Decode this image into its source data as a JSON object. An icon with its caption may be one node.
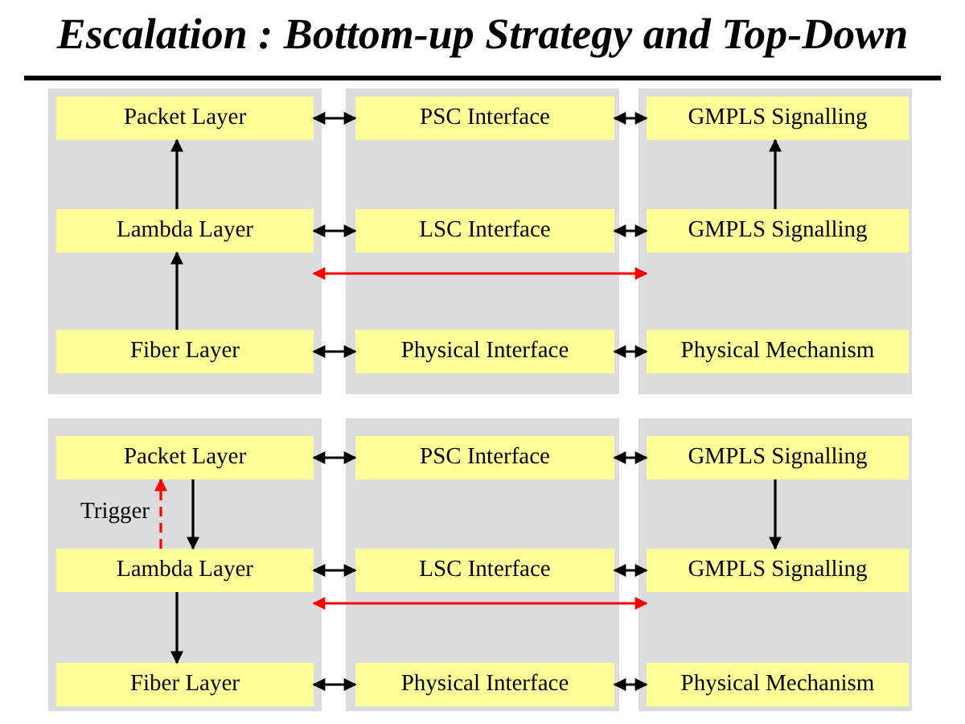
{
  "diagram": {
    "title": "Escalation : Bottom-up Strategy and Top-Down",
    "nodes": [
      {
        "text": [],
        "shape": "box"
      },
      {
        "text": [
          "Packet Layer"
        ],
        "in": 0
      },
      {
        "text": [
          "Lambda Layer"
        ],
        "in": 0
      },
      {
        "text": [
          "Fiber Layer"
        ],
        "in": 0
      },
      {
        "text": [],
        "shape": "box"
      },
      {
        "text": [
          "PSC Interface"
        ],
        "in": 4
      },
      {
        "text": [
          "LSC Interface"
        ],
        "in": 4
      },
      {
        "text": [
          "Physical Interface"
        ],
        "in": 4
      },
      {
        "text": [],
        "shape": "box"
      },
      {
        "text": [
          "GMPLS Signalling"
        ],
        "in": 8
      },
      {
        "text": [
          "GMPLS Signalling"
        ],
        "in": 8
      },
      {
        "text": [
          "Physical Mechanism"
        ],
        "in": 8
      },
      {
        "text": [],
        "shape": "box"
      },
      {
        "text": [
          "Packet Layer"
        ],
        "in": 12
      },
      {
        "text": [
          "Lambda Layer"
        ],
        "in": 12
      },
      {
        "text": [
          "Fiber Layer"
        ],
        "in": 12
      },
      {
        "text": [],
        "shape": "box"
      },
      {
        "text": [
          "PSC Interface"
        ],
        "in": 16
      },
      {
        "text": [
          "LSC Interface"
        ],
        "in": 16
      },
      {
        "text": [
          "Physical Interface"
        ],
        "in": 16
      },
      {
        "text": [],
        "shape": "box"
      },
      {
        "text": [
          "GMPLS Signalling"
        ],
        "in": 20
      },
      {
        "text": [
          "GMPLS Signalling"
        ],
        "in": 20
      },
      {
        "text": [
          "Physical Mechanism"
        ],
        "in": 20
      }
    ],
    "edges": [
      {
        "from": 1,
        "to": 5,
        "arrow": "both"
      },
      {
        "from": 5,
        "to": 9,
        "arrow": "both"
      },
      {
        "from": 2,
        "to": 6,
        "arrow": "both"
      },
      {
        "from": 6,
        "to": 10,
        "arrow": "both"
      },
      {
        "from": 3,
        "to": 7,
        "arrow": "both"
      },
      {
        "from": 7,
        "to": 11,
        "arrow": "both"
      },
      {
        "from": 2,
        "to": 1,
        "arrow": "to"
      },
      {
        "from": 3,
        "to": 2,
        "arrow": "to"
      },
      {
        "from": 10,
        "to": 9,
        "arrow": "to"
      },
      {
        "from": 2,
        "to": 10,
        "arrow": "both",
        "color": "#ff0000"
      },
      {
        "from": 13,
        "to": 17,
        "arrow": "both"
      },
      {
        "from": 17,
        "to": 21,
        "arrow": "both"
      },
      {
        "from": 14,
        "to": 18,
        "arrow": "both"
      },
      {
        "from": 18,
        "to": 22,
        "arrow": "both"
      },
      {
        "from": 15,
        "to": 19,
        "arrow": "both"
      },
      {
        "from": 19,
        "to": 23,
        "arrow": "both"
      },
      {
        "from": 14,
        "to": 13,
        "arrow": "to",
        "label": "Trigger",
        "style": "dashed",
        "color": "#ff0000"
      },
      {
        "from": 13,
        "to": 14,
        "arrow": "to"
      },
      {
        "from": 14,
        "to": 15,
        "arrow": "to"
      },
      {
        "from": 21,
        "to": 22,
        "arrow": "to"
      },
      {
        "from": 14,
        "to": 22,
        "arrow": "both",
        "color": "#ff0000"
      }
    ]
  }
}
